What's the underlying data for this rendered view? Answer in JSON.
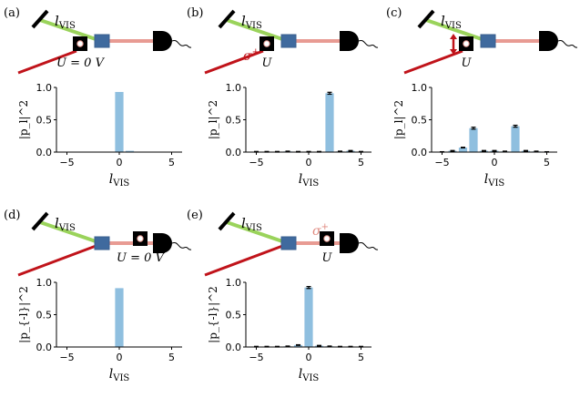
{
  "panels": [
    {
      "label": "(a)",
      "beam_label": "l",
      "beam_sub": "VIS",
      "sigma": "",
      "u_label": "U = 0 V"
    },
    {
      "label": "(b)",
      "beam_label": "l",
      "beam_sub": "VIS",
      "sigma": "σ",
      "sigma_sup": "+",
      "u_label": "U"
    },
    {
      "label": "(c)",
      "beam_label": "l",
      "beam_sub": "VIS",
      "sigma": "",
      "u_label": "U"
    },
    {
      "label": "(d)",
      "beam_label": "l",
      "beam_sub": "VIS",
      "sigma": "",
      "u_label": "U = 0 V"
    },
    {
      "label": "(e)",
      "beam_label": "l",
      "beam_sub": "VIS",
      "sigma": "σ",
      "sigma_sup": "+",
      "u_label": "U"
    }
  ],
  "colors": {
    "bar": "#8fbfdf",
    "green_beam": "#9ad35b",
    "red_beam": "#c0131a",
    "pink_beam": "#e89b93",
    "crystal": "#3f6a9e",
    "sigma_a": "#c0131a",
    "sigma_b": "#e08a80"
  },
  "chart_data": [
    {
      "panel": "(a)",
      "type": "bar",
      "xlabel": "l",
      "xlabel_sub": "VIS",
      "ylabel": "|p_l|^2",
      "x": [
        -5,
        -4,
        -3,
        -2,
        -1,
        0,
        1,
        2,
        3,
        4,
        5
      ],
      "values": [
        0.002,
        0.002,
        0.002,
        0.002,
        0.002,
        0.93,
        0.02,
        0.002,
        0.002,
        0.002,
        0.002
      ],
      "errors": [
        0,
        0,
        0,
        0,
        0,
        0,
        0,
        0,
        0,
        0,
        0
      ],
      "xlim": [
        -6,
        6
      ],
      "ylim": [
        0,
        1.0
      ],
      "xticks": [
        -5,
        0,
        5
      ],
      "yticks": [
        "0.0",
        "0.5",
        "1.0"
      ]
    },
    {
      "panel": "(b)",
      "type": "bar",
      "xlabel": "l",
      "xlabel_sub": "VIS",
      "ylabel": "|p_l|^2",
      "x": [
        -5,
        -4,
        -3,
        -2,
        -1,
        0,
        1,
        2,
        3,
        4,
        5
      ],
      "values": [
        0.005,
        0.005,
        0.005,
        0.01,
        0.005,
        0.005,
        0.005,
        0.91,
        0.01,
        0.02,
        0.005
      ],
      "errors": [
        0.005,
        0.005,
        0.005,
        0.005,
        0.005,
        0.005,
        0.005,
        0.015,
        0.005,
        0.005,
        0.005
      ],
      "xlim": [
        -6,
        6
      ],
      "ylim": [
        0,
        1.0
      ],
      "xticks": [
        -5,
        0,
        5
      ],
      "yticks": [
        "0.0",
        "0.5",
        "1.0"
      ]
    },
    {
      "panel": "(c)",
      "type": "bar",
      "xlabel": "l",
      "xlabel_sub": "VIS",
      "ylabel": "|p_l|^2",
      "x": [
        -5,
        -4,
        -3,
        -2,
        -1,
        0,
        1,
        2,
        3,
        4,
        5
      ],
      "values": [
        0.003,
        0.02,
        0.07,
        0.37,
        0.02,
        0.02,
        0.01,
        0.4,
        0.02,
        0.01,
        0.003
      ],
      "errors": [
        0.003,
        0.005,
        0.005,
        0.015,
        0.005,
        0.005,
        0.005,
        0.015,
        0.005,
        0.005,
        0.003
      ],
      "xlim": [
        -6,
        6
      ],
      "ylim": [
        0,
        1.0
      ],
      "xticks": [
        -5,
        0,
        5
      ],
      "yticks": [
        "0.0",
        "0.5",
        "1.0"
      ]
    },
    {
      "panel": "(d)",
      "type": "bar",
      "xlabel": "l",
      "xlabel_sub": "VIS",
      "ylabel": "|p_{-l}|^2",
      "x": [
        -5,
        -4,
        -3,
        -2,
        -1,
        0,
        1,
        2,
        3,
        4,
        5
      ],
      "values": [
        0.002,
        0.002,
        0.002,
        0.002,
        0.002,
        0.91,
        0.002,
        0.002,
        0.002,
        0.002,
        0.002
      ],
      "errors": [
        0,
        0,
        0,
        0,
        0,
        0,
        0,
        0,
        0,
        0,
        0
      ],
      "xlim": [
        -6,
        6
      ],
      "ylim": [
        0,
        1.0
      ],
      "xticks": [
        -5,
        0,
        5
      ],
      "yticks": [
        "0.0",
        "0.5",
        "1.0"
      ]
    },
    {
      "panel": "(e)",
      "type": "bar",
      "xlabel": "l",
      "xlabel_sub": "VIS",
      "ylabel": "|p_{-l}|^2",
      "x": [
        -5,
        -4,
        -3,
        -2,
        -1,
        0,
        1,
        2,
        3,
        4,
        5
      ],
      "values": [
        0.005,
        0.005,
        0.005,
        0.01,
        0.03,
        0.92,
        0.02,
        0.01,
        0.005,
        0.005,
        0.005
      ],
      "errors": [
        0.005,
        0.005,
        0.005,
        0.005,
        0.005,
        0.015,
        0.005,
        0.005,
        0.005,
        0.005,
        0.005
      ],
      "xlim": [
        -6,
        6
      ],
      "ylim": [
        0,
        1.0
      ],
      "xticks": [
        -5,
        0,
        5
      ],
      "yticks": [
        "0.0",
        "0.5",
        "1.0"
      ]
    }
  ]
}
